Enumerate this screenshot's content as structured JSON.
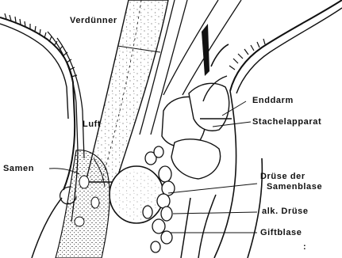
{
  "labels": {
    "verduenner": "Verdünner",
    "luft": "Luft",
    "samen": "Samen",
    "enddarm": "Enddarm",
    "stachelapparat": "Stachelapparat",
    "druese_samenblase_line1": "Drüse der",
    "druese_samenblase_line2": "Samenblase",
    "alk_druese": "alk. Drüse",
    "giftblase": "Giftblase",
    "corner_mark": ":"
  },
  "colors": {
    "ink": "#111111",
    "paper": "#ffffff"
  }
}
